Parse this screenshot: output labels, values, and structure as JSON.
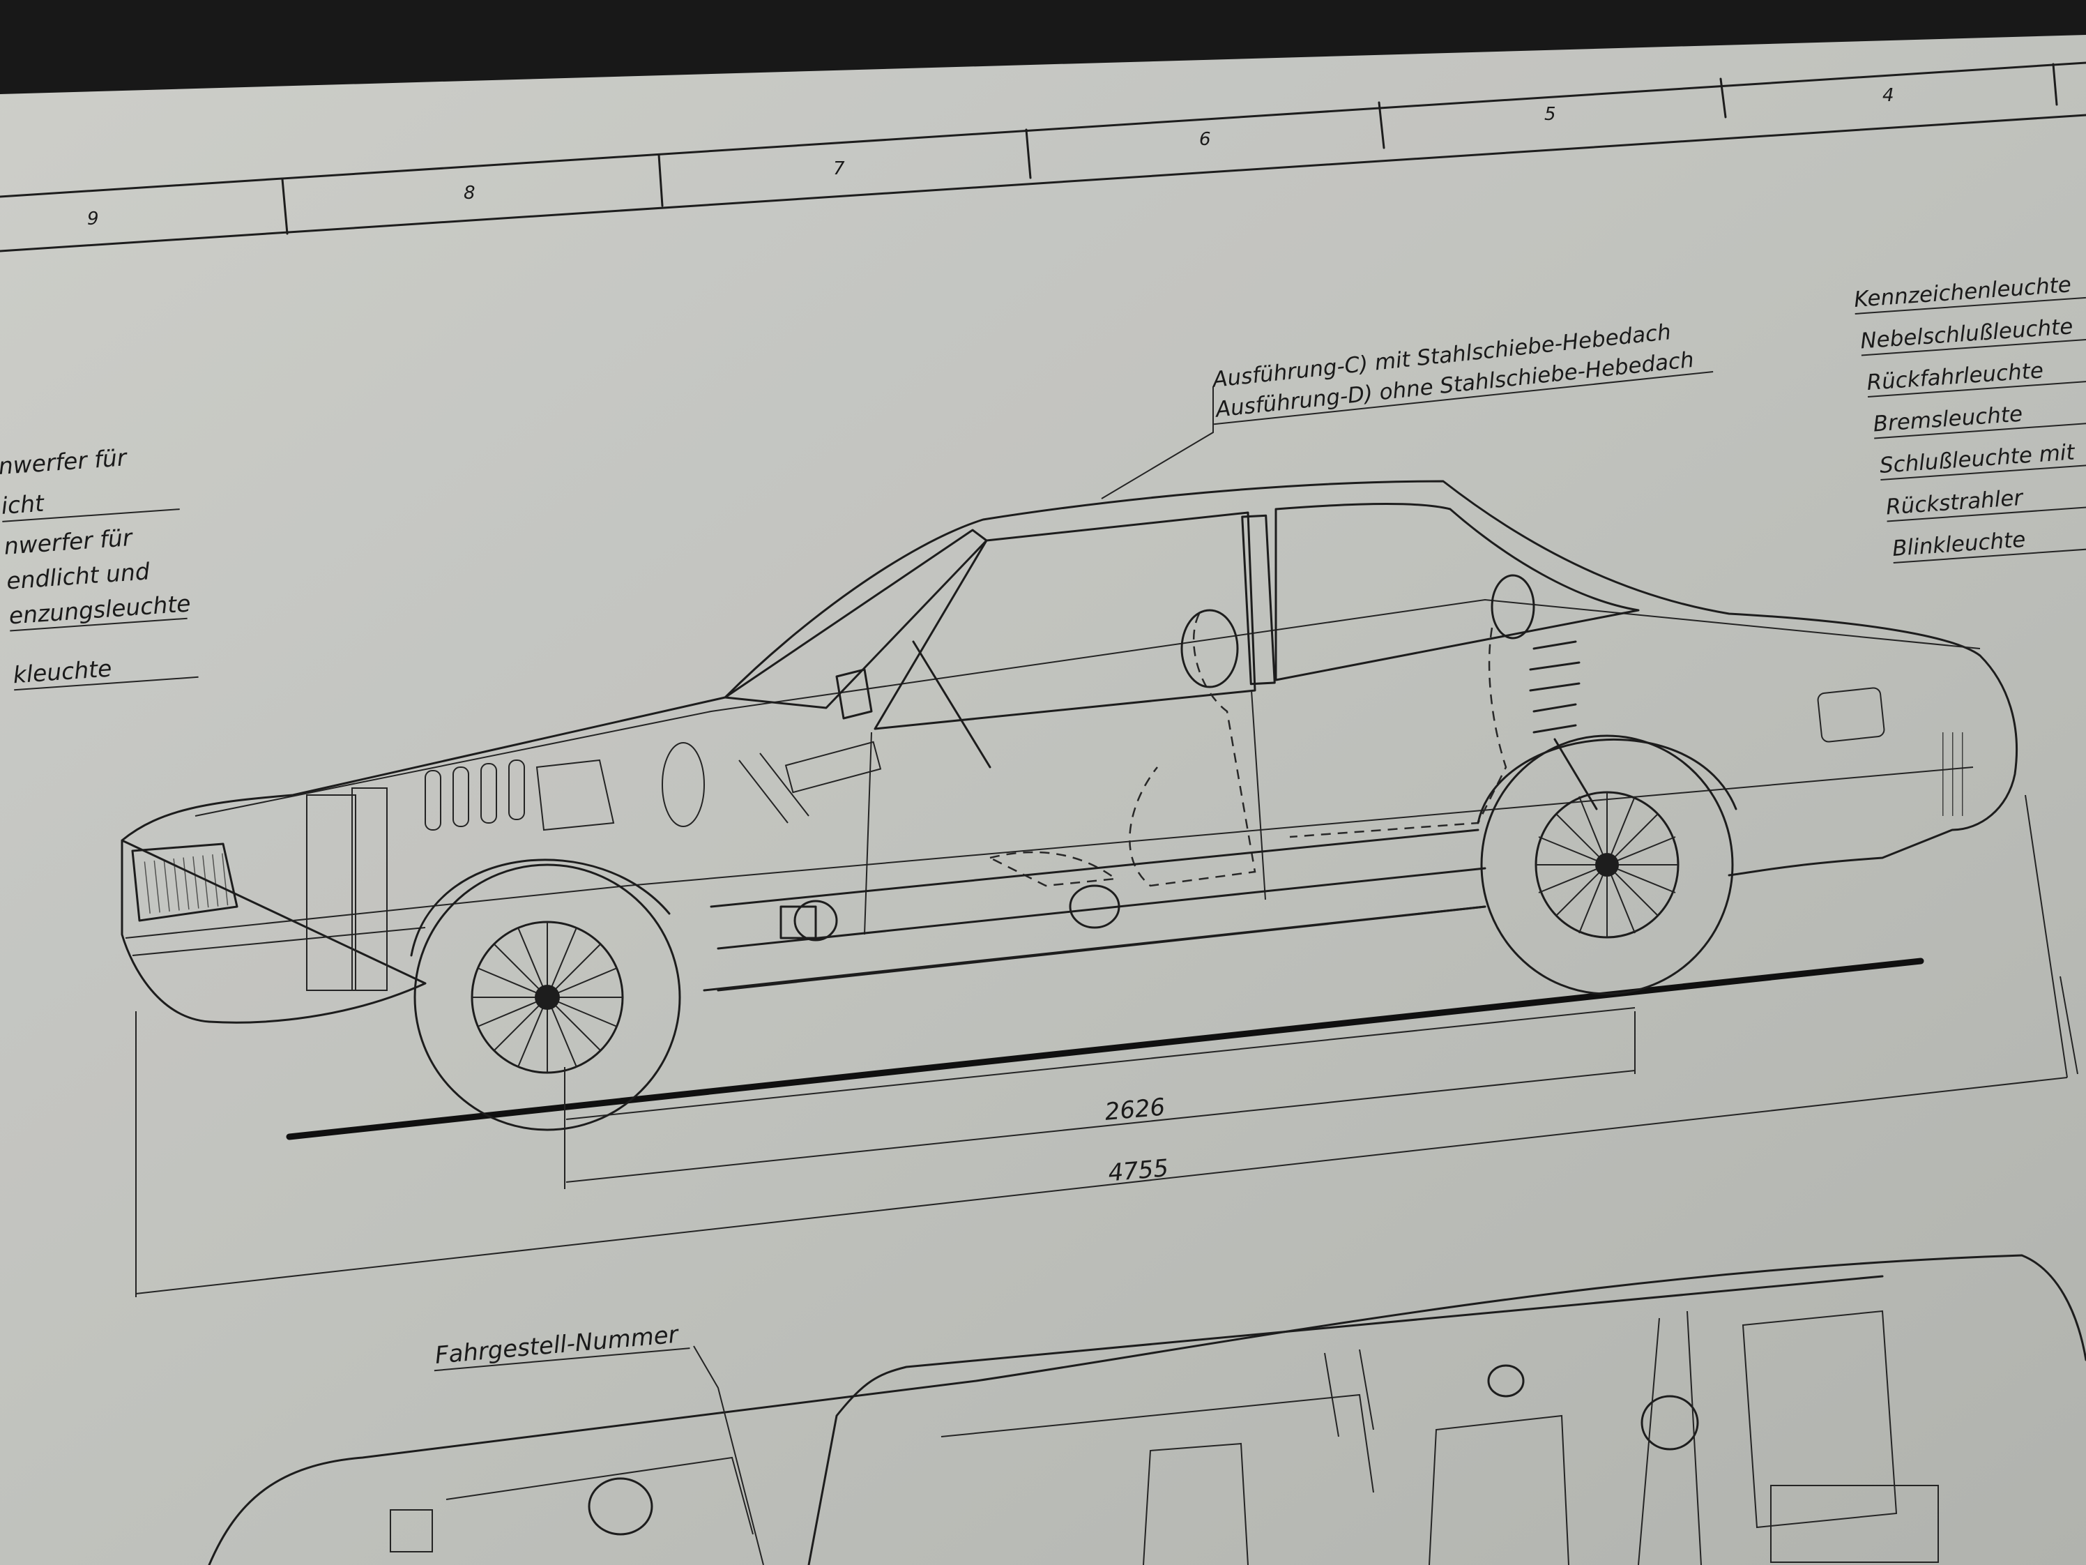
{
  "zone_numbers": [
    "9",
    "8",
    "7",
    "6",
    "5",
    "4"
  ],
  "roof_note": {
    "line1": "Ausführung-C) mit Stahlschiebe-Hebedach",
    "line2": "Ausführung-D) ohne Stahlschiebe-Hebedach"
  },
  "front_labels": [
    "nwerfer für",
    "icht",
    "nwerfer für",
    "endlicht und",
    "enzungsleuchte",
    "kleuchte"
  ],
  "rear_labels": [
    "Kennzeichenleuchte",
    "Nebelschlußleuchte",
    "Rückfahrleuchte",
    "Bremsleuchte",
    "Schlußleuchte mit",
    "Rückstrahler",
    "Blinkleuchte"
  ],
  "dimensions": {
    "wheelbase": "2626",
    "overall_length": "4755"
  },
  "chassis_label": "Fahrgestell-Nummer",
  "colors": {
    "paper": "#c9cbc6",
    "ink": "#1f1f1f",
    "background": "#1a1a1a"
  }
}
